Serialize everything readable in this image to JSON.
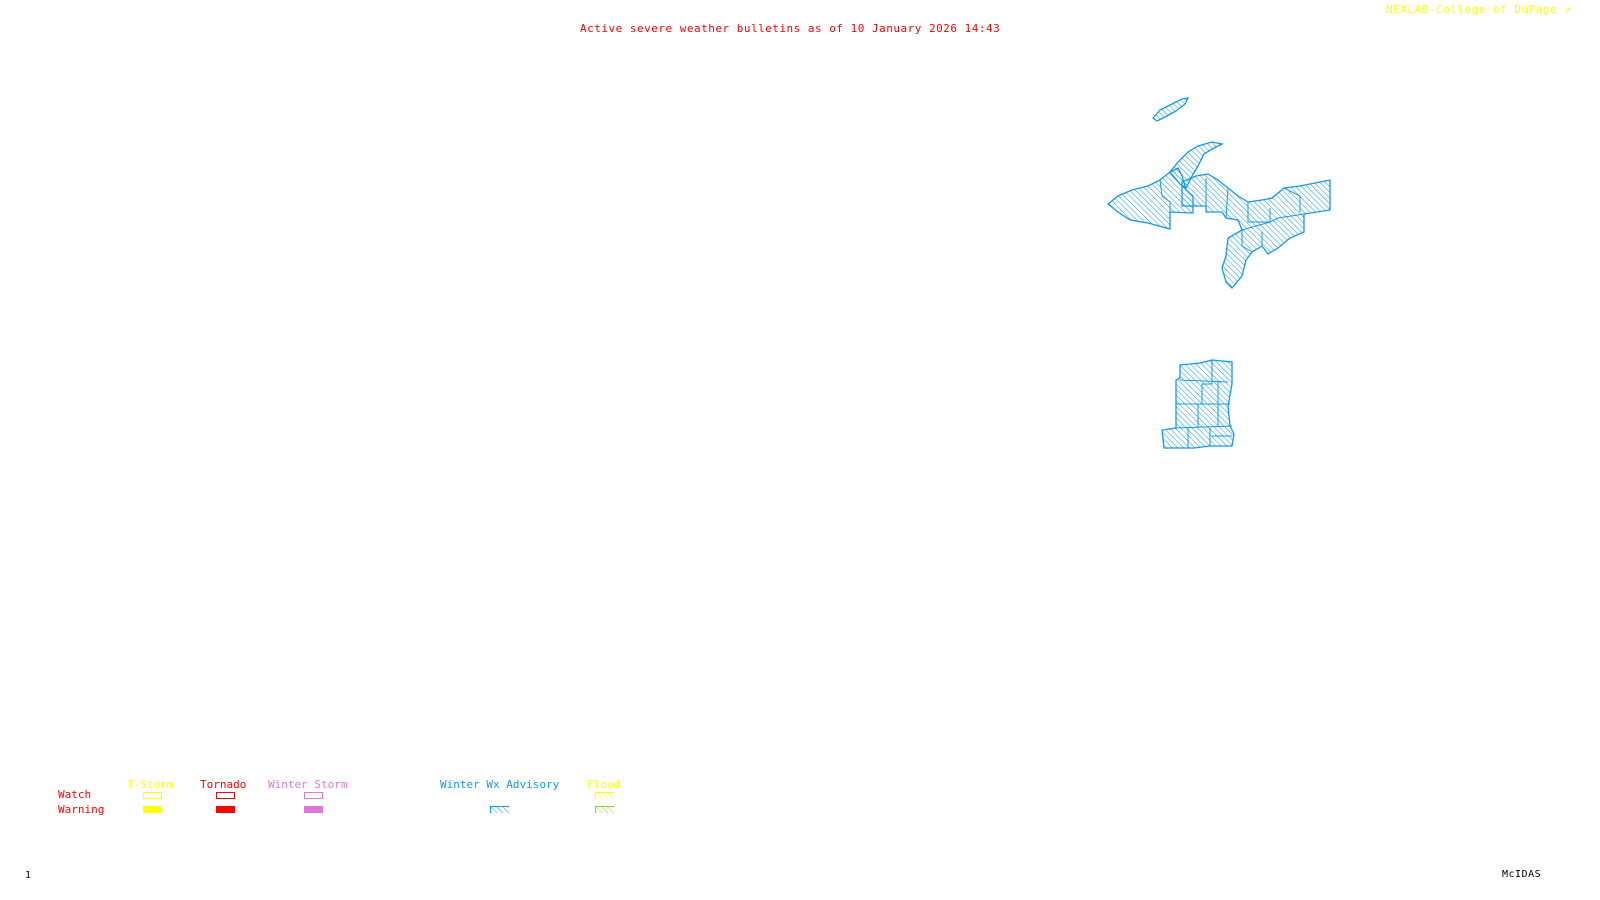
{
  "header": {
    "title": "Active severe weather bulletins as of 10 January 2026 14:43",
    "credit": "NEXLAB-College of DuPage"
  },
  "footer": {
    "frame_number": "1",
    "software": "McIDAS"
  },
  "legend": {
    "row_labels": {
      "watch": "Watch",
      "warning": "Warning"
    },
    "categories": [
      {
        "name": "T-Storm",
        "color": "#ffff00",
        "watch_style": "outline",
        "warning_style": "fill"
      },
      {
        "name": "Tornado",
        "color": "#ff0000",
        "watch_style": "outline",
        "warning_style": "fill"
      },
      {
        "name": "Winter Storm",
        "color": "#dd77dd",
        "watch_style": "outline",
        "warning_style": "fill"
      },
      {
        "name": "Winter Wx Advisory",
        "color": "#1199ee",
        "watch_style": null,
        "warning_style": "hatch"
      },
      {
        "name": "Flood",
        "color": "#ffff00",
        "watch_style": "hatch",
        "warning_style": "hatch",
        "warning_color": "#88dd22"
      }
    ]
  },
  "map": {
    "active_areas": [
      {
        "region": "Upper Peninsula of Michigan",
        "bulletin": "Winter Wx Advisory",
        "color": "#1199ee"
      },
      {
        "region": "Isle Royale",
        "bulletin": "Winter Wx Advisory",
        "color": "#1199ee"
      },
      {
        "region": "Northern Lower Michigan counties",
        "bulletin": "Winter Wx Advisory",
        "color": "#1199ee"
      }
    ]
  }
}
